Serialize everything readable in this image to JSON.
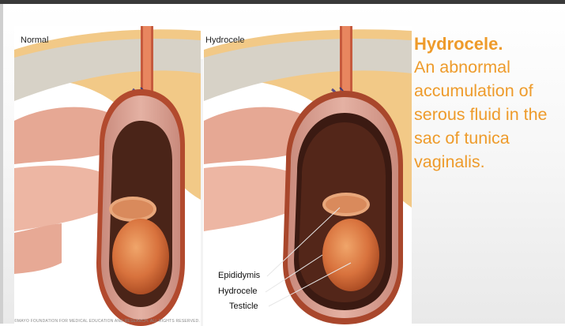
{
  "slide": {
    "title": "Hydrocele.",
    "definition_lines": [
      "An abnormal",
      "accumulation of",
      "serous fluid in the",
      "sac of tunica",
      "vaginalis."
    ],
    "accent_color": "#ee9b2b"
  },
  "figure": {
    "left_panel_label": "Normal",
    "right_panel_label": "Hydrocele",
    "callouts": {
      "epididymis": "Epididymis",
      "hydrocele": "Hydrocele",
      "testicle": "Testicle"
    },
    "credit": "©MAYO FOUNDATION FOR MEDICAL EDUCATION AND RESEARCH. ALL RIGHTS RESERVED."
  }
}
